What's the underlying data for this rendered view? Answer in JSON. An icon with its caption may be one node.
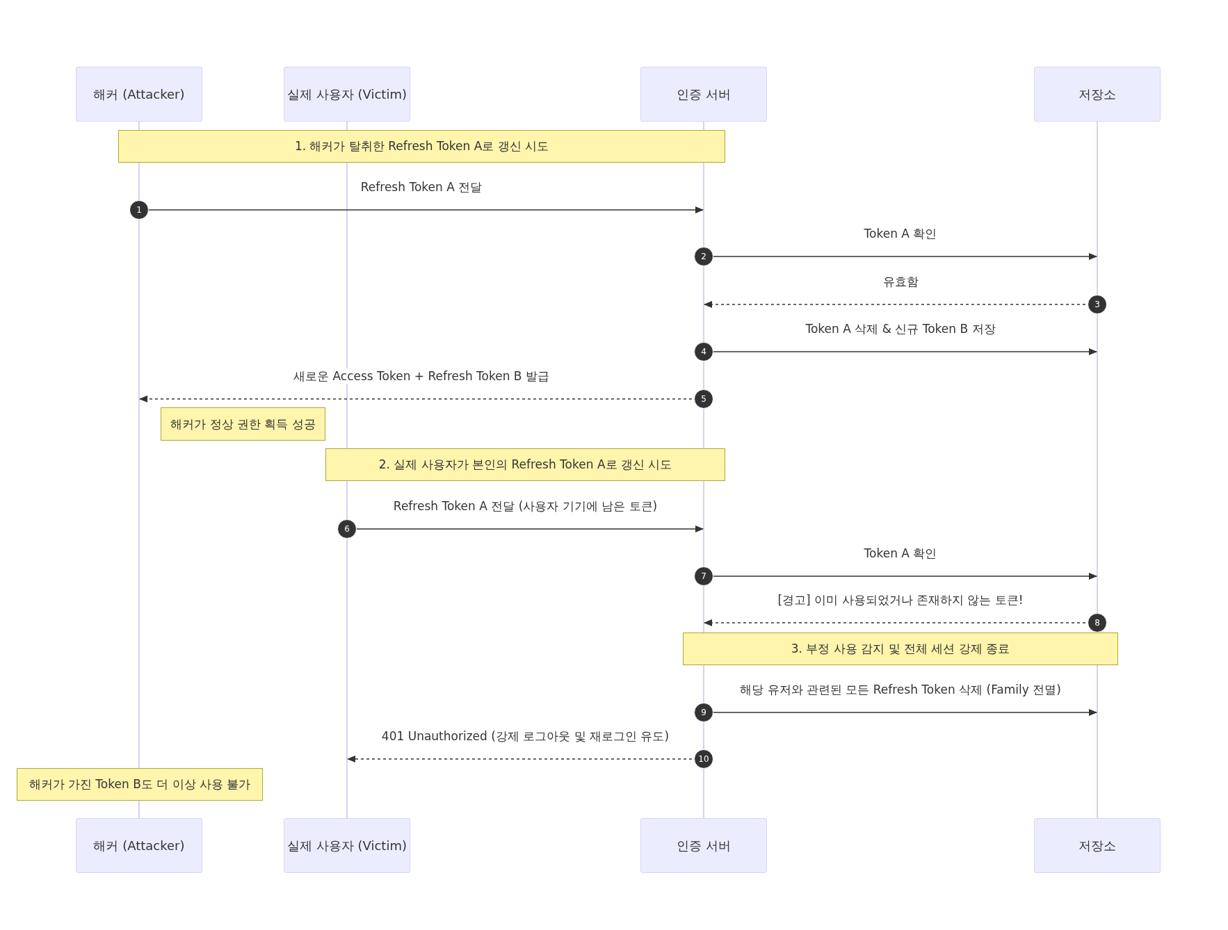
{
  "diagram": {
    "nodes": [
      {
        "text": [
          "해커 (Attacker)"
        ]
      },
      {
        "text": [
          "실제 사용자 (Victim)"
        ]
      },
      {
        "text": [
          "인증 서버"
        ]
      },
      {
        "text": [
          "저장소"
        ]
      },
      {
        "text": [],
        "shape": "line"
      },
      {
        "text": [],
        "shape": "line"
      },
      {
        "text": [],
        "shape": "line"
      },
      {
        "text": [],
        "shape": "line"
      },
      {
        "text": [
          "1. 해커가 탈취한 Refresh Token A로 갱신 시도"
        ]
      },
      {
        "text": [
          "해커가 정상 권한 획득 성공"
        ]
      },
      {
        "text": [
          "2. 실제 사용자가 본인의 Refresh Token A로 갱신 시도"
        ]
      },
      {
        "text": [
          "3. 부정 사용 감지 및 전체 세션 강제 종료"
        ]
      },
      {
        "text": [
          "해커가 가진 Token B도 더 이상 사용 불가"
        ]
      },
      {
        "text": [
          "해커 (Attacker)"
        ]
      },
      {
        "text": [
          "실제 사용자 (Victim)"
        ]
      },
      {
        "text": [
          "인증 서버"
        ]
      },
      {
        "text": [
          "저장소"
        ]
      }
    ],
    "edges": [
      {
        "from": 4,
        "to": 6,
        "arrow": "to",
        "label": "Refresh Token A 전달"
      },
      {
        "from": 6,
        "to": 7,
        "arrow": "to",
        "label": "Token A 확인"
      },
      {
        "from": 7,
        "to": 6,
        "arrow": "to",
        "label": "유효함",
        "style": "dashed"
      },
      {
        "from": 6,
        "to": 7,
        "arrow": "to",
        "label": "Token A 삭제 & 신규 Token B 저장"
      },
      {
        "from": 6,
        "to": 4,
        "arrow": "to",
        "label": "새로운 Access Token + Refresh Token B 발급",
        "style": "dashed"
      },
      {
        "from": 5,
        "to": 6,
        "arrow": "to",
        "label": "Refresh Token A 전달 (사용자 기기에 남은 토큰)"
      },
      {
        "from": 6,
        "to": 7,
        "arrow": "to",
        "label": "Token A 확인"
      },
      {
        "from": 7,
        "to": 6,
        "arrow": "to",
        "label": "[경고] 이미 사용되었거나 존재하지 않는 토큰!",
        "style": "dashed"
      },
      {
        "from": 6,
        "to": 7,
        "arrow": "to",
        "label": "해당 유저와 관련된 모든 Refresh Token 삭제 (Family 전멸)"
      },
      {
        "from": 6,
        "to": 5,
        "arrow": "to",
        "label": "401 Unauthorized (강제 로그아웃 및 재로그인 유도)",
        "style": "dashed"
      }
    ],
    "labels": [
      "1",
      "2",
      "3",
      "4",
      "5",
      "6",
      "7",
      "8",
      "9",
      "10"
    ]
  }
}
